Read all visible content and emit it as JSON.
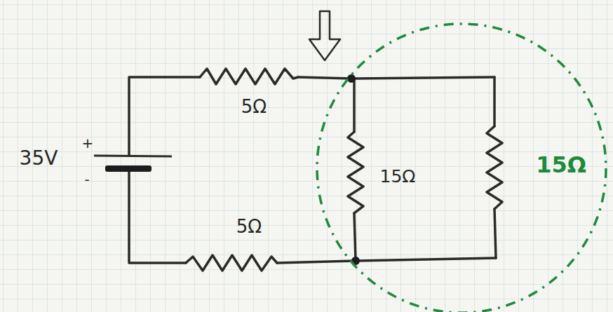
{
  "diagram": {
    "labels": [
      "5Ω",
      "+",
      "35V",
      "15Ω",
      "15Ω",
      "-",
      "5Ω"
    ]
  }
}
